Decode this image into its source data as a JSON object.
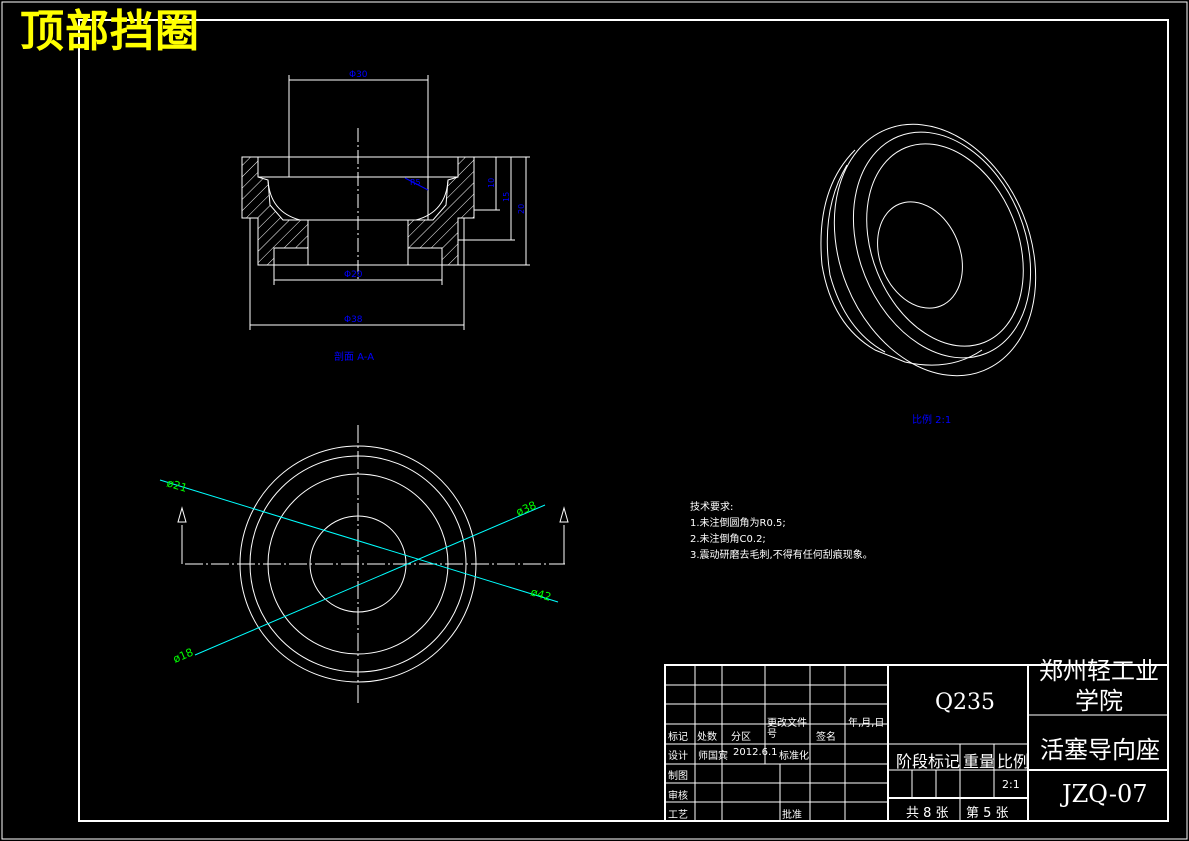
{
  "title": "顶部挡圈",
  "section_label": "剖面 A-A",
  "scale_label": "比例 2:1",
  "dimensions": {
    "top_width": "Φ30",
    "inner_bottom": "Φ20",
    "outer_bottom": "Φ38",
    "radius_callout": "R5",
    "height_small": "10",
    "height_mid": "15",
    "height_total": "20",
    "d21": "ø21",
    "d38": "ø38",
    "d42": "ø42",
    "d18": "ø18"
  },
  "tech_requirements": {
    "heading": "技术要求:",
    "items": [
      "1.未注倒圆角为R0.5;",
      "2.未注倒角C0.2;",
      "3.震动研磨去毛刺,不得有任何刮痕现象。"
    ]
  },
  "title_block": {
    "material": "Q235",
    "school": "郑州轻工业学院",
    "part_name": "活塞导向座",
    "drawing_no": "JZQ-07",
    "scale": "2:1",
    "sheets_total": "共 8 张",
    "sheet_no": "第 5 张",
    "col_labels": [
      "标记",
      "处数",
      "分区",
      "更改文件号",
      "签名",
      "年,月,日"
    ],
    "design_label": "设计",
    "designer": "师国宾",
    "design_date": "2012.6.1",
    "standard_label": "标准化",
    "draw_label": "制图",
    "check_label": "审核",
    "process_label": "工艺",
    "approve_label": "批准",
    "stage_label": "阶段标记",
    "weight_label": "重量",
    "ratio_label": "比例"
  },
  "colors": {
    "background": "#000000",
    "lines": "#ffffff",
    "title": "#ffff00",
    "dims": "#0000ff",
    "leaders": "#00ffff",
    "leader_text": "#00ff00"
  }
}
